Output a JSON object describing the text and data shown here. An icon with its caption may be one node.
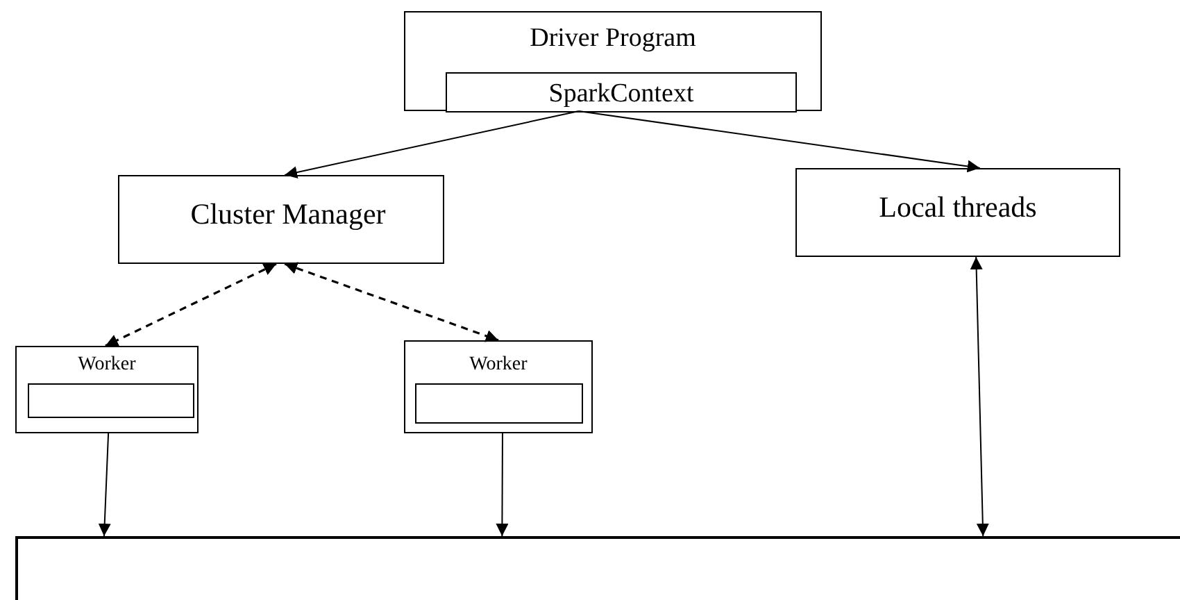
{
  "diagram": {
    "nodes": [
      {
        "text": [
          "Driver Program"
        ]
      },
      {
        "text": [
          "SparkContext"
        ],
        "in": 0
      },
      {
        "text": [
          "Cluster Manager"
        ]
      },
      {
        "text": [
          "Local threads"
        ]
      },
      {
        "text": [
          "Worker"
        ]
      },
      {
        "text": [],
        "shape": "box",
        "in": 4
      },
      {
        "text": [
          "Worker"
        ]
      },
      {
        "text": [],
        "shape": "box",
        "in": 6
      },
      {
        "text": [],
        "shape": "bar"
      }
    ],
    "edges": [
      {
        "from": 1,
        "to": 2,
        "arrow": "to"
      },
      {
        "from": 1,
        "to": 3,
        "arrow": "to"
      },
      {
        "from": 2,
        "to": 4,
        "arrow": "both",
        "style": "dashed"
      },
      {
        "from": 2,
        "to": 6,
        "arrow": "both",
        "style": "dashed"
      },
      {
        "from": 4,
        "to": 8,
        "arrow": "to"
      },
      {
        "from": 6,
        "to": 8,
        "arrow": "to"
      },
      {
        "from": 8,
        "to": 3,
        "arrow": "both"
      }
    ]
  }
}
